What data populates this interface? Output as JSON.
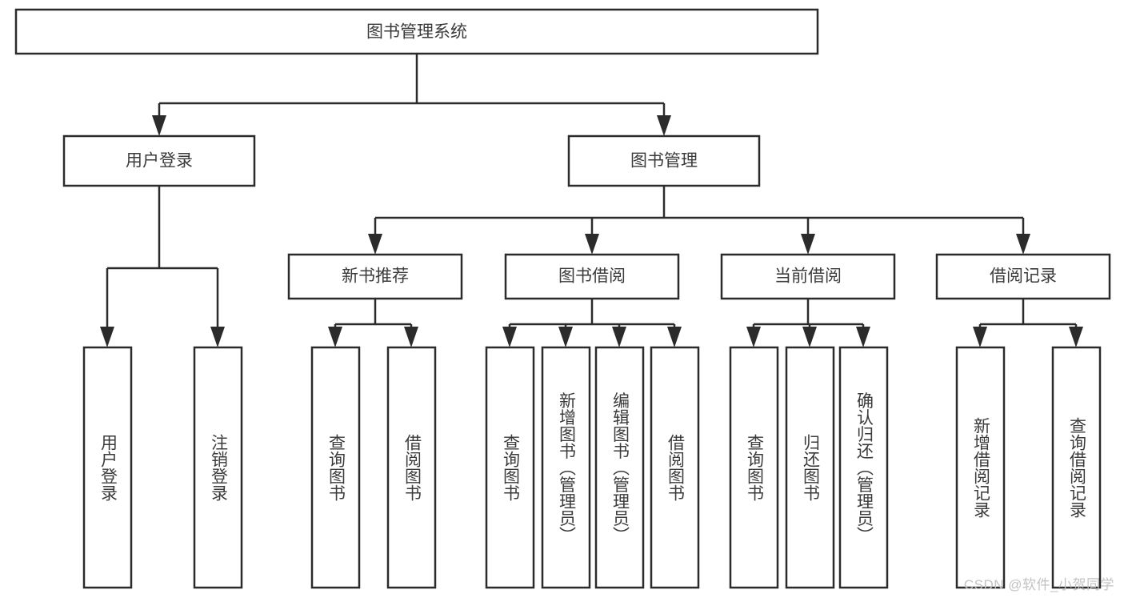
{
  "diagram": {
    "type": "tree-hierarchy",
    "title": "图书管理系统",
    "orientation": "top-down",
    "colors": {
      "box_fill": "#ffffff",
      "box_stroke": "#2b2b2b",
      "text": "#3b3b3b",
      "connector": "#2b2b2b",
      "watermark": "#c3c3c3",
      "background": "#ffffff"
    }
  },
  "root": {
    "label": "图书管理系统"
  },
  "level2": [
    {
      "id": "user-login",
      "label": "用户登录"
    },
    {
      "id": "book-manage",
      "label": "图书管理"
    }
  ],
  "level3": [
    {
      "id": "new-book-recommend",
      "label": "新书推荐"
    },
    {
      "id": "book-borrow",
      "label": "图书借阅"
    },
    {
      "id": "current-borrow",
      "label": "当前借阅"
    },
    {
      "id": "borrow-record",
      "label": "借阅记录"
    }
  ],
  "leaves": {
    "user_login": [
      {
        "id": "leaf-user-login",
        "label": "用户登录"
      },
      {
        "id": "leaf-logout-login",
        "label": "注销登录"
      }
    ],
    "new_book_recommend": [
      {
        "id": "leaf-query-book-1",
        "label": "查询图书"
      },
      {
        "id": "leaf-borrow-book-1",
        "label": "借阅图书"
      }
    ],
    "book_borrow": [
      {
        "id": "leaf-query-book-2",
        "label": "查询图书"
      },
      {
        "id": "leaf-add-book",
        "label": "新增图书（管理员）"
      },
      {
        "id": "leaf-edit-book",
        "label": "编辑图书（管理员）"
      },
      {
        "id": "leaf-borrow-book-2",
        "label": "借阅图书"
      }
    ],
    "current_borrow": [
      {
        "id": "leaf-query-book-3",
        "label": "查询图书"
      },
      {
        "id": "leaf-return-book",
        "label": "归还图书"
      },
      {
        "id": "leaf-confirm-return",
        "label": "确认归还（管理员）"
      }
    ],
    "borrow_record": [
      {
        "id": "leaf-add-record",
        "label": "新增借阅记录"
      },
      {
        "id": "leaf-query-record",
        "label": "查询借阅记录"
      }
    ]
  },
  "watermark": {
    "text": "CSDN @软件_小贺同学"
  }
}
